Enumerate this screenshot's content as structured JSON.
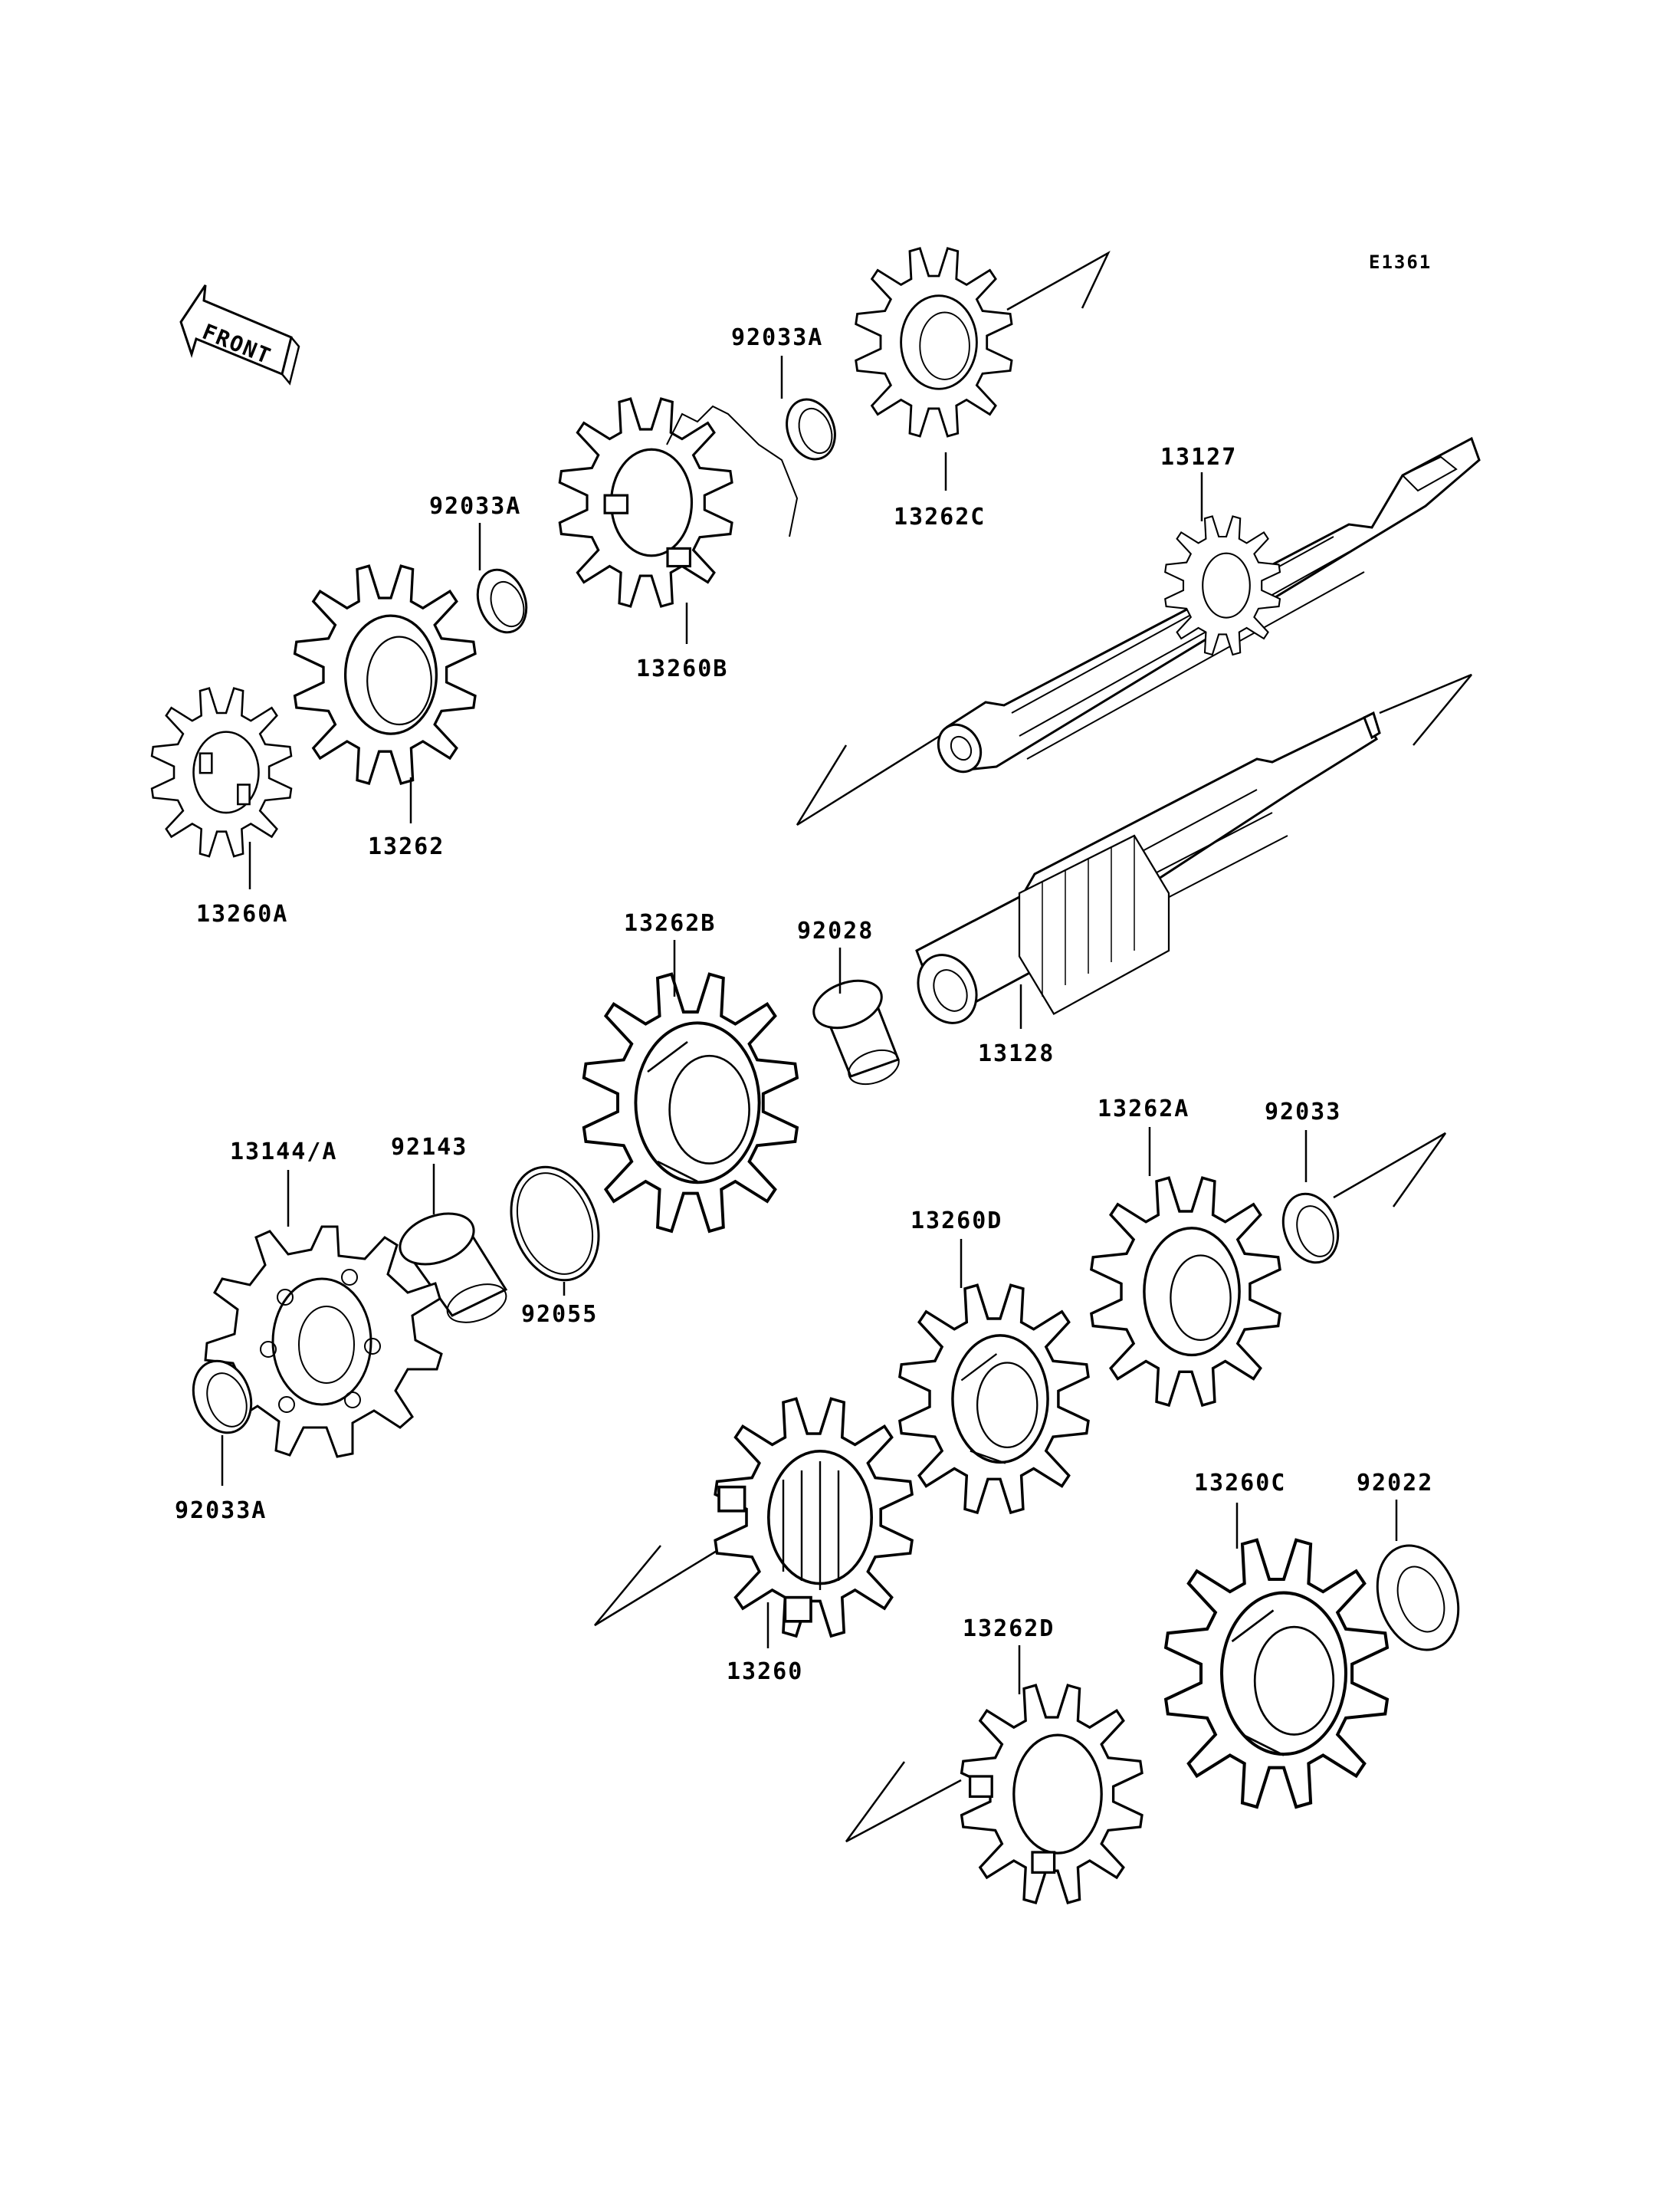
{
  "diagram_code": "E1361",
  "front_label": "FRONT",
  "icons": {
    "front": "front-arrow-icon"
  },
  "parts": {
    "p92033A_top": "92033A",
    "p13262C": "13262C",
    "p13127": "13127",
    "p92033A_mid": "92033A",
    "p13260B": "13260B",
    "p13262": "13262",
    "p13260A": "13260A",
    "p13262B": "13262B",
    "p92028": "92028",
    "p13128": "13128",
    "p13262A": "13262A",
    "p92033": "92033",
    "p13144A": "13144/A",
    "p92143": "92143",
    "p92055": "92055",
    "p13260D": "13260D",
    "p92033A_low": "92033A",
    "p13260C": "13260C",
    "p92022": "92022",
    "p13260": "13260",
    "p13262D": "13262D"
  }
}
